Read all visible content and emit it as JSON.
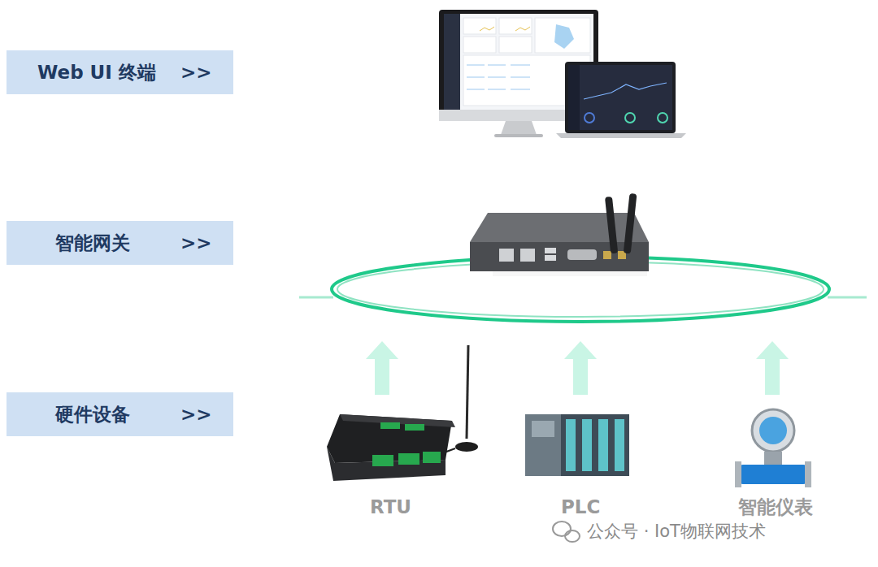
{
  "diagram": {
    "nodes": [
      {
        "text": [
          "Web UI 终端",
          ">>"
        ]
      },
      {
        "text": [
          "智能网关",
          ">>"
        ]
      },
      {
        "text": [
          "硬件设备",
          ">>"
        ]
      }
    ],
    "labels": [
      "RTU",
      "PLC",
      "智能仪表",
      "公众号 · IoT物联网技术"
    ]
  }
}
